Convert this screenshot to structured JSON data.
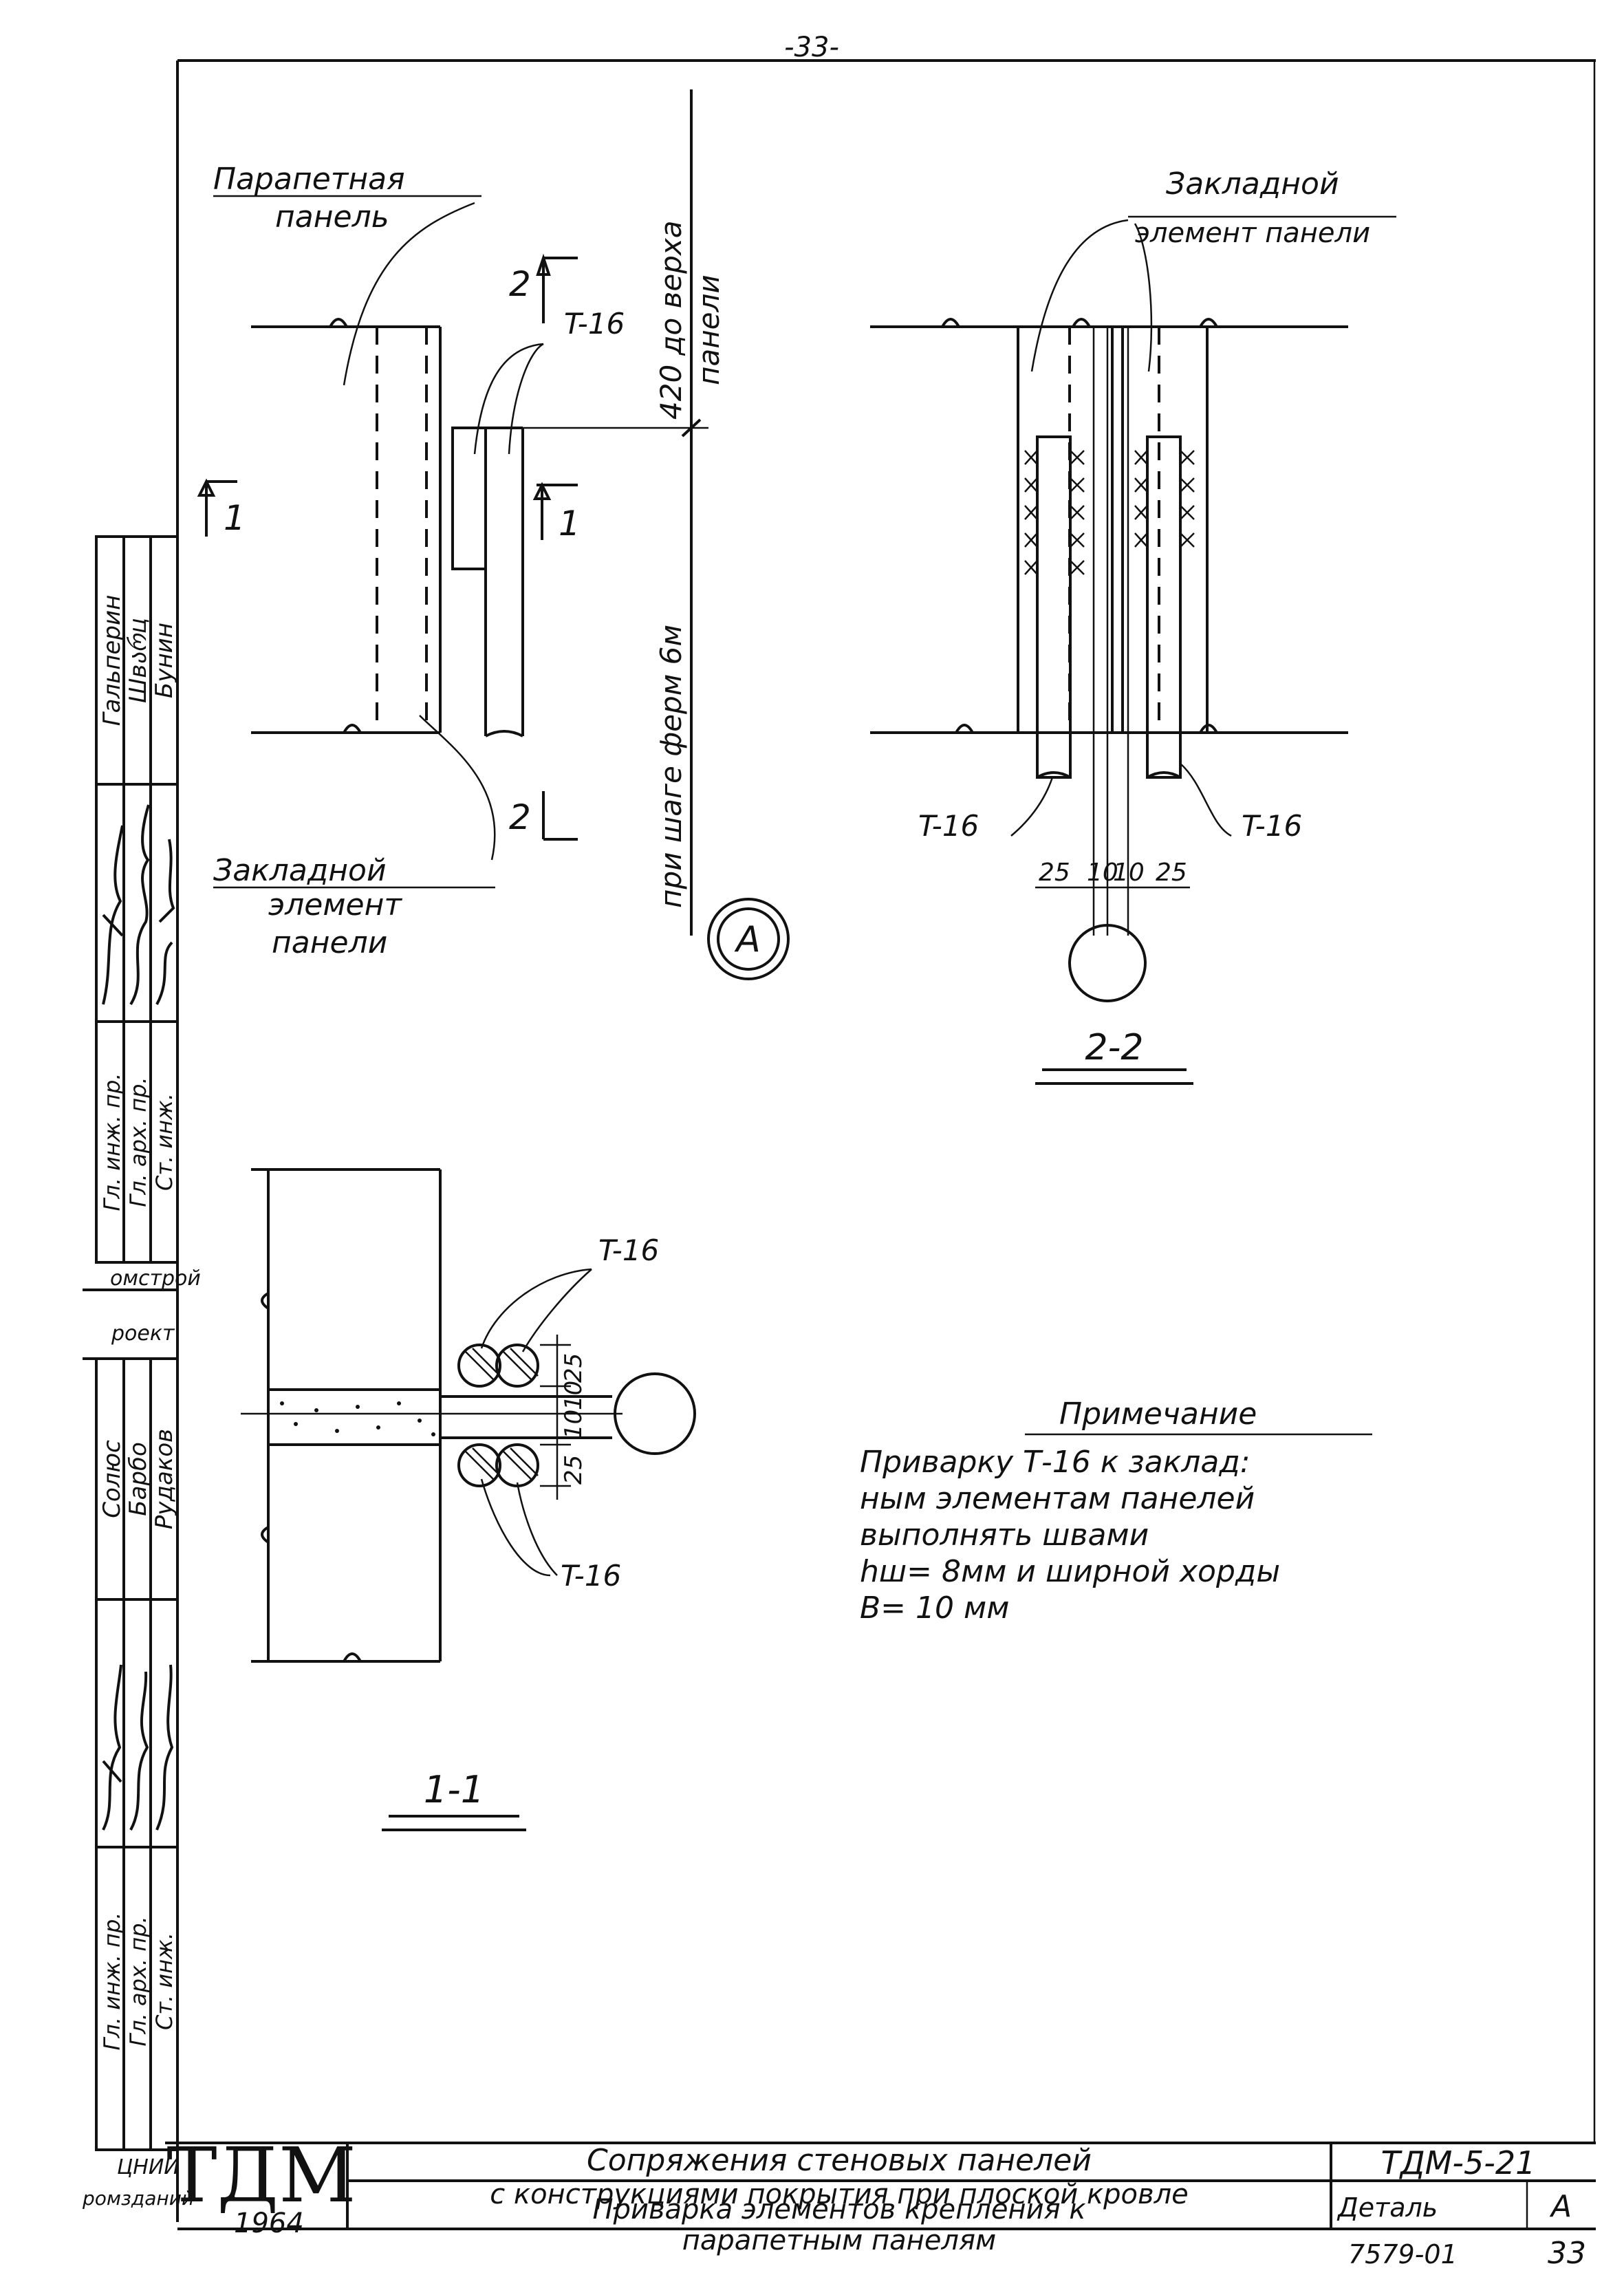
{
  "page_number": "-33-",
  "left_stamp": {
    "upper": {
      "roles": [
        "Гл. инж. пр.",
        "Гл. арх. пр.",
        "Ст. инж."
      ],
      "names": [
        "Гальперин",
        "Швარц",
        "Бунин"
      ]
    },
    "org_upper": "омстрой",
    "org_lower": "роект",
    "lower": {
      "roles": [
        "Гл. инж. пр.",
        "Гл. арх. пр.",
        "Ст. инж."
      ],
      "names": [
        "Солюс",
        "Барбо",
        "Рудаков"
      ]
    },
    "org_bottom_1": "ЦНИИ",
    "org_bottom_2": "ромзданий"
  },
  "view_main": {
    "label_parapet_line1": "Парапетная",
    "label_parapet_line2": "панель",
    "label_embedded_line1": "Закладной",
    "label_embedded_line2": "элемент",
    "label_embedded_line3": "панели",
    "label_t16": "T-16",
    "dim_vertical_top": "420 до верха",
    "dim_vertical_top2": "панели",
    "dim_vertical_bottom": "при шаге ферм 6м",
    "section_mark_1": "1",
    "section_mark_2": "2"
  },
  "view_2_2": {
    "label_embedded_line1": "Закладной",
    "label_embedded_line2": "элемент панели",
    "label_t16_left": "T-16",
    "label_t16_right": "T-16",
    "dims": [
      "25",
      "10",
      "10",
      "25"
    ],
    "title": "2-2"
  },
  "callout_a": "А",
  "view_1_1": {
    "label_t16_top": "T-16",
    "label_t16_bottom": "T-16",
    "dims": [
      "25",
      "10",
      "10",
      "25"
    ],
    "title": "1-1"
  },
  "note": {
    "heading": "Примечание",
    "lines": [
      "Приварку Т-16 к заклад:",
      "ным элементам панелей",
      "выполнять швами",
      "hш= 8мм и ширной хорды",
      "В= 10 мм"
    ]
  },
  "title_block": {
    "logo": "ТДМ",
    "year": "1964",
    "title_line1": "Сопряжения стеновых панелей",
    "title_line2": "с конструкциями покрытия при плоской кровле",
    "title_line3": "Приварка элементов крепления к",
    "title_line4": "парапетным панелям",
    "doc_code": "ТДМ-5-21",
    "detail_label": "Деталь",
    "detail_value": "А"
  },
  "bottom_code": "7579-01",
  "sheet_number": "33"
}
